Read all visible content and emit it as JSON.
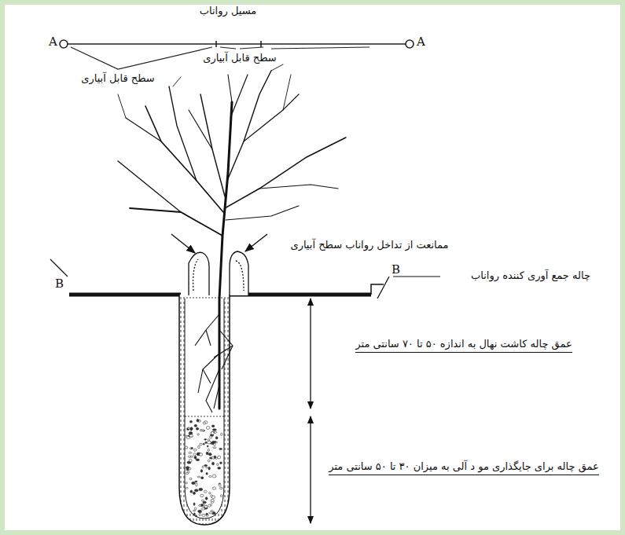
{
  "diagram": {
    "labels": [
      "مسیل رواناب",
      "A",
      "A",
      "سطح قابل آبیاری",
      "سطح قابل آبیاری",
      "ممانعت از تداخل رواناب سطح آبیاری",
      "B",
      "B",
      "چاله جمع آوری کننده رواناب",
      "عمق چاله کاشت نهال به اندازه ۵۰ تا ۷۰ سانتی متر",
      "عمق چاله برای جایگذاری مو د آلی به میزان ۳۰ تا ۵۰ سانتی متر"
    ]
  }
}
